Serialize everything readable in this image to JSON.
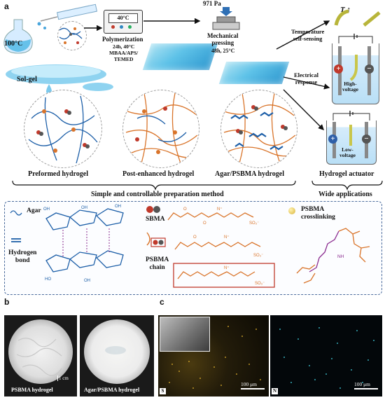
{
  "panel_a": {
    "letter": "a",
    "temp_flask": "100°C",
    "sol_gel": "Sol-gel",
    "oven_temp": "40°C",
    "polymerization": "Polymerization",
    "poly_conditions": "24h, 40°C\nMBAA/APS/\nTEMED",
    "pressure": "971 Pa",
    "mech_pressing": "Mechanical\npressing",
    "press_conditions": "48h, 25°C",
    "temp_sensing": "Temperature\nself-sensing",
    "t_arrow": "T ↑",
    "electrical_response": "Electrical\nresponse",
    "high_voltage": "High-\nvoltage",
    "low_voltage": "Low-\nvoltage",
    "plus": "+",
    "minus": "−",
    "preformed": "Preformed hydrogel",
    "post_enhanced": "Post-enhanced hydrogel",
    "agar_psbma": "Agar/PSBMA hydrogel",
    "hydrogel_actuator": "Hydrogel actuator",
    "simple_method": "Simple and controllable preparation method",
    "wide_applications": "Wide applications",
    "legend": {
      "agar": "Agar",
      "hydrogen_bond": "Hydrogen\nbond",
      "sbma": "SBMA",
      "psbma_chain": "PSBMA\nchain",
      "psbma_crosslinking": "PSBMA\ncrosslinking",
      "nh": "NH"
    }
  },
  "panel_b": {
    "letter": "b",
    "left_caption": "PSBMA hydrogel",
    "right_caption": "Agar/PSBMA hydrogel",
    "scale": "1 cm"
  },
  "panel_c": {
    "letter": "c",
    "scale_left": "100 μm",
    "scale_right": "100 μm",
    "element_left": "S",
    "element_right": "N"
  },
  "colors": {
    "orange": "#d9742a",
    "blue": "#1d5fa8",
    "purple": "#8a2b8f",
    "gel_blue": "#5ec2e8",
    "frame": "#4b6b9c"
  }
}
